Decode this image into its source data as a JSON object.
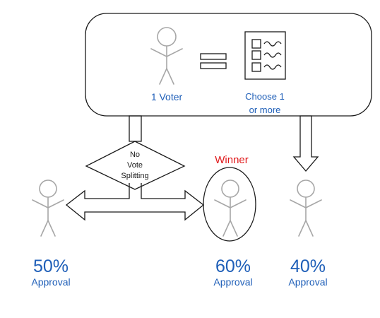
{
  "box": {
    "voter_label": "1 Voter",
    "equals_icon": "equals-sign-icon",
    "ballot_icon": "ballot-checklist-icon",
    "choose_line1": "Choose 1",
    "choose_line2": "or more"
  },
  "decision": {
    "line1": "No",
    "line2": "Vote",
    "line3": "Splitting"
  },
  "winner_label": "Winner",
  "candidates": [
    {
      "percent": "50%",
      "label": "Approval"
    },
    {
      "percent": "60%",
      "label": "Approval"
    },
    {
      "percent": "40%",
      "label": "Approval"
    }
  ],
  "colors": {
    "text_blue": "#1f5fb8",
    "winner_red": "#e0191b",
    "figure_gray": "#a7a7a7",
    "outline": "#1a1a1a"
  }
}
